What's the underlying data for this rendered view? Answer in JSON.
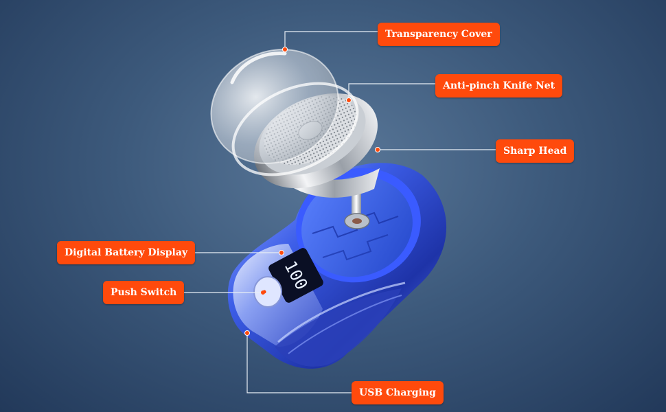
{
  "labels": {
    "transparency_cover": "Transparency Cover",
    "knife_net": "Anti-pinch Knife Net",
    "sharp_head": "Sharp Head",
    "battery_display": "Digital Battery Display",
    "push_switch": "Push Switch",
    "usb_charging": "USB Charging"
  },
  "display": {
    "battery_reading": "100"
  },
  "colors": {
    "label_bg": "#ff4a0c",
    "label_text": "#ffffff",
    "leader_line": "#e8eef5",
    "body_blue": "#2f4fd6",
    "background": "#3d5a7c"
  }
}
